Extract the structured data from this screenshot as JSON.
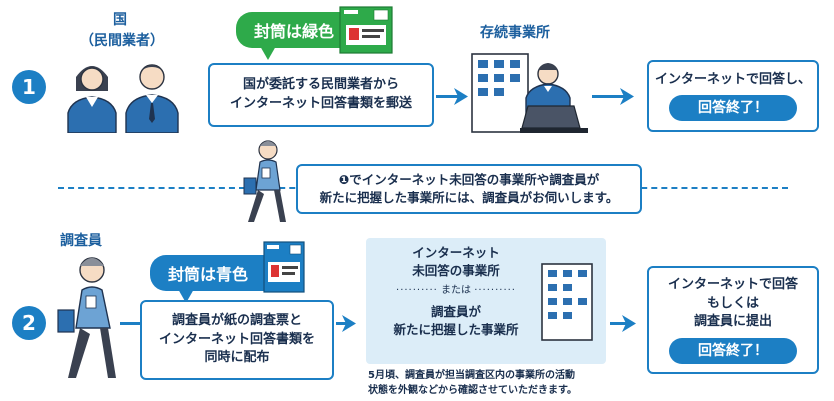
{
  "row1": {
    "step_number": "1",
    "actor_label_line1": "国",
    "actor_label_line2": "（民間業者）",
    "bubble": "封筒は緑色",
    "green_color": "#2eaa4a",
    "box_line1": "国が委託する民間業者から",
    "box_line2": "インターネット回答書類を郵送",
    "office_label": "存続事業所",
    "result_line1": "インターネットで回答し、",
    "result_pill": "回答終了！"
  },
  "middle": {
    "note_line1": "❶でインターネット未回答の事業所や調査員が",
    "note_line2": "新たに把握した事業所には、調査員がお伺いします。"
  },
  "row2": {
    "step_number": "2",
    "actor_label": "調査員",
    "bubble": "封筒は青色",
    "blue_color": "#1c7fc4",
    "box_line1": "調査員が紙の調査票と",
    "box_line2": "インターネット回答書類を",
    "box_line3": "同時に配布",
    "target_line1": "インターネット",
    "target_line2": "未回答の事業所",
    "target_or": "または",
    "target_line3": "調査員が",
    "target_line4": "新たに把握した事業所",
    "footnote_line1": "5月頃、調査員が担当調査区内の事業所の活動",
    "footnote_line2": "状態を外観などから確認させていただきます。",
    "result_line1": "インターネットで回答",
    "result_line2": "もしくは",
    "result_line3": "調査員に提出",
    "result_pill": "回答終了！"
  }
}
